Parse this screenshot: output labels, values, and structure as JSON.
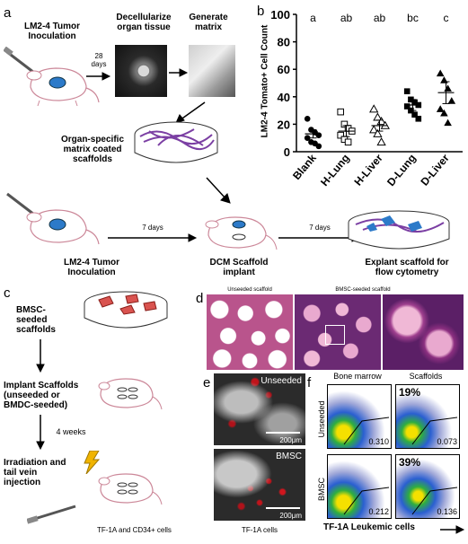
{
  "panels": {
    "a": {
      "label": "a",
      "inoculation": "LM2-4 Tumor Inoculation",
      "days28": "28 days",
      "decell": "Decellularize organ tissue",
      "generate": "Generate matrix",
      "organ_scaffold": "Organ-specific matrix coated scaffolds",
      "inoculation2": "LM2-4 Tumor Inoculation",
      "days7a": "7 days",
      "dcm": "DCM Scaffold implant",
      "days7b": "7 days",
      "explant": "Explant scaffold for flow cytometry"
    },
    "b": {
      "label": "b"
    },
    "c": {
      "label": "c",
      "bmsc_seeded": "BMSC-seeded scaffolds",
      "implant": "Implant Scaffolds (unseeded or BMDC-seeded)",
      "weeks4": "4 weeks",
      "irradiation": "Irradiation and tail vein injection",
      "cells": "TF-1A and CD34+ cells"
    },
    "d": {
      "label": "d",
      "unseeded": "Unseeded scaffold",
      "bmsc": "BMSC-seeded scaffold"
    },
    "e": {
      "label": "e",
      "unseeded": "Unseeded",
      "bmsc": "BMSC",
      "scale1": "200μm",
      "scale2": "200μm",
      "xlabel": "TF-1A cells"
    },
    "f": {
      "label": "f",
      "col1": "Bone marrow",
      "col2": "Scaffolds",
      "row1": "Unseeded",
      "row2": "BMSC",
      "pct1": "19%",
      "pct2": "39%",
      "v11": "0.310",
      "v12": "0.073",
      "v21": "0.212",
      "v22": "0.136",
      "xlabel": "TF-1A Leukemic cells"
    }
  },
  "chart_data": {
    "type": "scatter",
    "ylabel": "LM2-4 Tomato+ Cell Count",
    "categories": [
      "Blank",
      "H-Lung",
      "H-Liver",
      "D-Lung",
      "D-Liver"
    ],
    "ylim": [
      0,
      100
    ],
    "yticks": [
      "0",
      "20",
      "40",
      "60",
      "80",
      "100"
    ],
    "letters": [
      "a",
      "ab",
      "ab",
      "bc",
      "c"
    ],
    "markers": [
      "filled-circle",
      "open-square",
      "open-triangle",
      "filled-square",
      "filled-triangle"
    ],
    "means": [
      13,
      15,
      19,
      34,
      43
    ],
    "sems": [
      3,
      4,
      4,
      4,
      8
    ],
    "points": [
      [
        24,
        16,
        14,
        12,
        10,
        7,
        6,
        4
      ],
      [
        29,
        20,
        17,
        15,
        12,
        9,
        7
      ],
      [
        31,
        25,
        22,
        19,
        16,
        13,
        7
      ],
      [
        44,
        38,
        36,
        34,
        33,
        30,
        27,
        24
      ],
      [
        57,
        52,
        46,
        37,
        31,
        28,
        21
      ]
    ]
  }
}
